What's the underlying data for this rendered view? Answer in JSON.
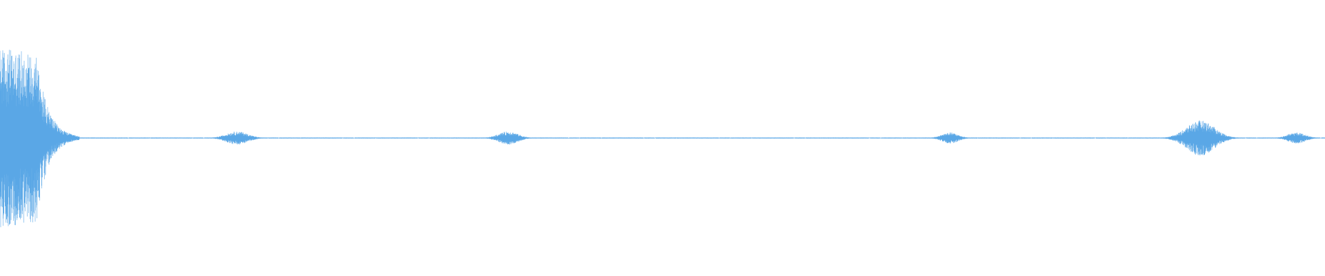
{
  "waveform": {
    "color": "#5aa7e6",
    "background": "#ffffff",
    "bursts": [
      {
        "name": "initial-transient",
        "start": 0.0,
        "end": 0.06,
        "amplitude": 0.82,
        "shape": "decay"
      },
      {
        "name": "burst-2",
        "start": 0.153,
        "end": 0.205,
        "amplitude": 0.06,
        "shape": "bell"
      },
      {
        "name": "burst-3",
        "start": 0.36,
        "end": 0.407,
        "amplitude": 0.06,
        "shape": "bell"
      },
      {
        "name": "burst-4",
        "start": 0.697,
        "end": 0.737,
        "amplitude": 0.05,
        "shape": "bell"
      },
      {
        "name": "burst-5",
        "start": 0.872,
        "end": 0.94,
        "amplitude": 0.16,
        "shape": "bell"
      },
      {
        "name": "burst-6",
        "start": 0.957,
        "end": 1.0,
        "amplitude": 0.05,
        "shape": "bell"
      }
    ],
    "baseline_noise": 0.004
  }
}
